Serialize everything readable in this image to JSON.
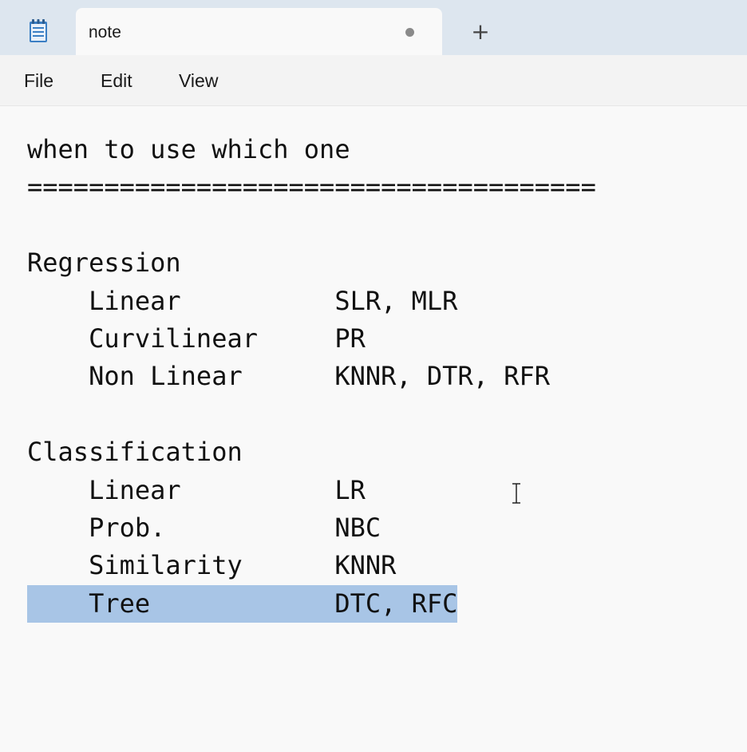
{
  "window": {
    "app_icon": "notepad-icon",
    "tab_title": "note",
    "tab_unsaved_indicator": "dot",
    "new_tab_label": "+"
  },
  "menu": {
    "items": [
      {
        "label": "File"
      },
      {
        "label": "Edit"
      },
      {
        "label": "View"
      }
    ]
  },
  "document": {
    "lines": [
      "when to use which one",
      "=====================================",
      "",
      "Regression",
      "    Linear          SLR, MLR",
      "    Curvilinear     PR",
      "    Non Linear      KNNR, DTR, RFR",
      "",
      "Classification",
      "    Linear          LR",
      "    Prob.           NBC",
      "    Similarity      KNNR",
      "    Tree            DTC, RFC"
    ],
    "selected_line_index": 12
  },
  "colors": {
    "titlebar": "#dde6ef",
    "selection": "#a8c5e6",
    "editor_bg": "#f9f9f9"
  }
}
